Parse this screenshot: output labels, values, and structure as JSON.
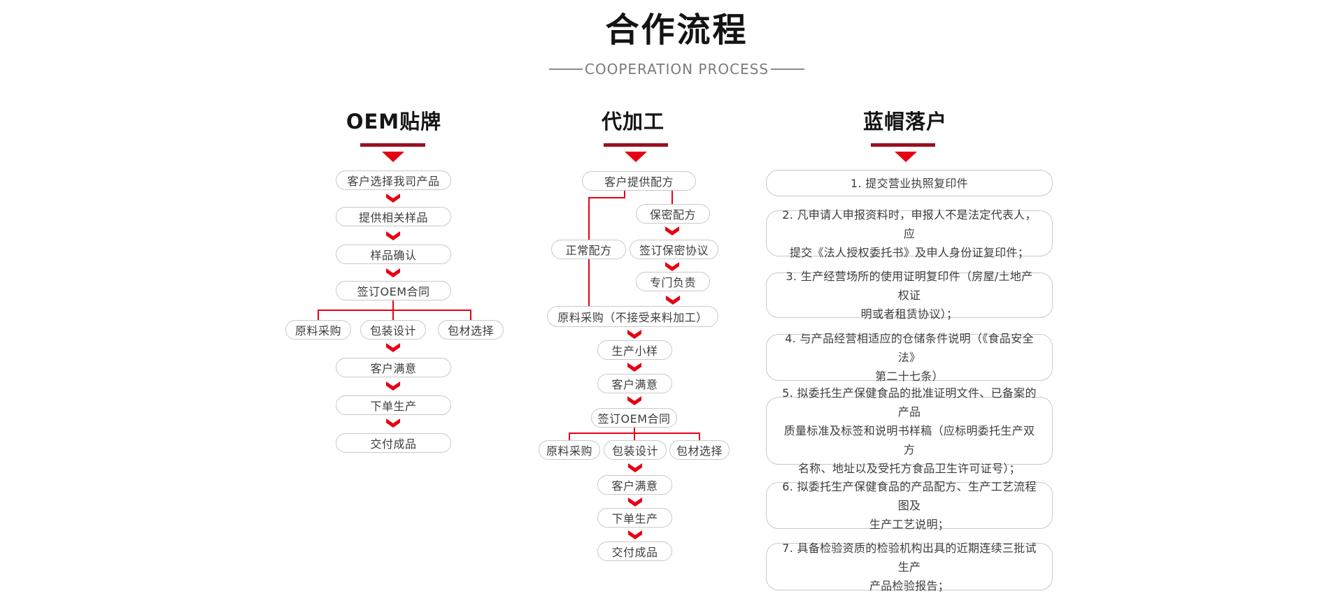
{
  "header": {
    "title": "合作流程",
    "subtitle": "COOPERATION PROCESS"
  },
  "colors": {
    "accent_red": "#e60012",
    "title_bar_red": "#9b0f1e",
    "box_border": "#c9c9c9",
    "box_text": "#3d3d3d",
    "heading_text": "#141414",
    "subtitle_gray": "#7b7b7b"
  },
  "col1": {
    "title": "OEM贴牌",
    "nodes": [
      "客户选择我司产品",
      "提供相关样品",
      "样品确认",
      "签订OEM合同",
      "原料采购",
      "包装设计",
      "包材选择",
      "客户满意",
      "下单生产",
      "交付成品"
    ]
  },
  "col2": {
    "title": "代加工",
    "nodes": [
      "客户提供配方",
      "保密配方",
      "正常配方",
      "签订保密协议",
      "专门负责",
      "原料采购（不接受来料加工）",
      "生产小样",
      "客户满意",
      "签订OEM合同",
      "原料采购",
      "包装设计",
      "包材选择",
      "客户满意",
      "下单生产",
      "交付成品"
    ]
  },
  "col3": {
    "title": "蓝帽落户",
    "items": [
      "1. 提交营业执照复印件",
      "2. 凡申请人申报资料时，申报人不是法定代表人，应\n提交《法人授权委托书》及申人身份证复印件；",
      "3. 生产经营场所的使用证明复印件（房屋/土地产权证\n明或者租赁协议）；",
      "4. 与产品经营相适应的仓储条件说明（《食品安全法》\n第二十七条）",
      "5. 拟委托生产保健食品的批准证明文件、已备案的产品\n质量标准及标签和说明书样稿（应标明委托生产双方\n名称、地址以及受托方食品卫生许可证号）；",
      "6. 拟委托生产保健食品的产品配方、生产工艺流程图及\n生产工艺说明；",
      "7. 具备检验资质的检验机构出具的近期连续三批试生产\n产品检验报告；"
    ]
  }
}
